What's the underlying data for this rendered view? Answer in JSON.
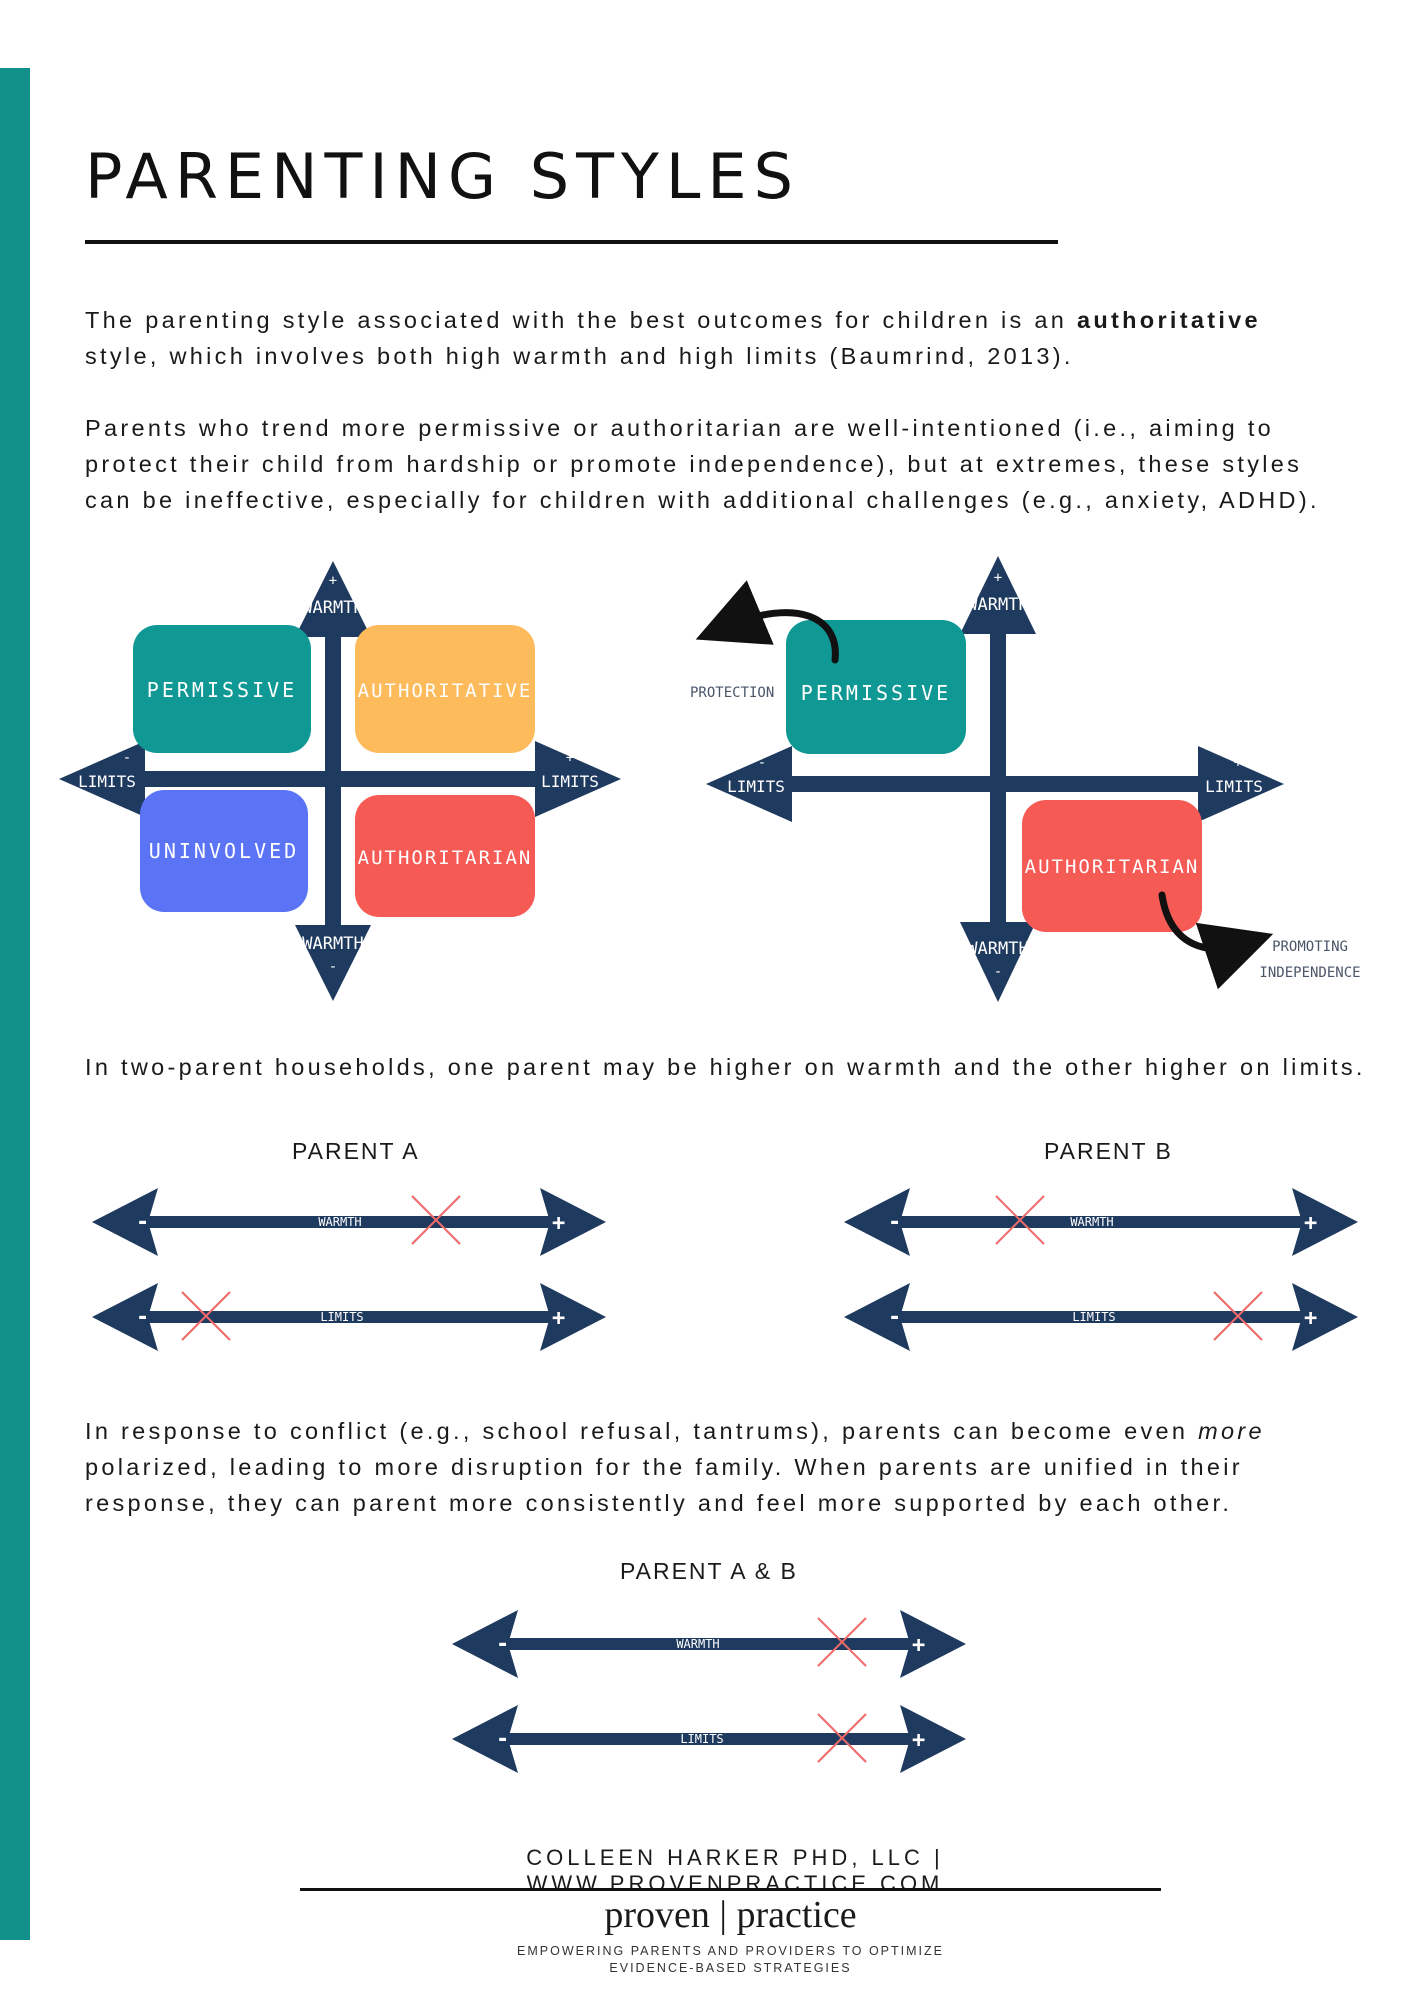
{
  "page": {
    "title": "PARENTING STYLES",
    "accent_color": "#12918a"
  },
  "intro": {
    "p1_before": "The parenting style associated with the best outcomes for children is an ",
    "p1_bold": "authoritative",
    "p1_line2": "style, which involves both high warmth and high limits (Baumrind, 2013).",
    "p2_line1": "Parents who trend more permissive or authoritarian are well-intentioned (i.e., aiming to",
    "p2_line2": "protect their child from hardship or promote independence), but at extremes, these styles",
    "p2_line3": "can be ineffective, especially for children with additional challenges (e.g., anxiety, ADHD)."
  },
  "quadrant_chart": {
    "axis_v_label": "WARMTH",
    "axis_h_label": "LIMITS",
    "plus": "+",
    "minus": "-",
    "permissive": "PERMISSIVE",
    "authoritative": "AUTHORITATIVE",
    "uninvolved": "UNINVOLVED",
    "authoritarian": "AUTHORITARIAN",
    "colors": {
      "axis": "#1f3a5f",
      "permissive": "#0f9894",
      "authoritative": "#fdbb5c",
      "uninvolved": "#5b74f5",
      "authoritarian": "#f65a55"
    }
  },
  "extremes_chart": {
    "protection_label": "PROTECTION",
    "promoting_line1": "PROMOTING",
    "promoting_line2": "INDEPENDENCE"
  },
  "two_parent": {
    "text": "In two-parent households, one parent may be higher on warmth and the other higher on limits.",
    "parent_a_label": "PARENT A",
    "parent_b_label": "PARENT B",
    "warmth": "WARMTH",
    "limits": "LIMITS",
    "mark_color": "#f06a6a"
  },
  "conflict": {
    "line1_before": "In response to conflict (e.g., school refusal, tantrums), parents can become even ",
    "line1_italic": "more",
    "line2": "polarized, leading to more disruption for the family. When parents are unified in their",
    "line3": "response, they can parent more consistently and feel more supported by each other."
  },
  "unified": {
    "label": "PARENT  A & B"
  },
  "footer": {
    "credit": "COLLEEN HARKER PHD, LLC | WWW.PROVENPRACTICE.COM",
    "logo": "proven | practice",
    "tagline_line1": "EMPOWERING PARENTS AND PROVIDERS TO OPTIMIZE",
    "tagline_line2": "EVIDENCE-BASED STRATEGIES"
  }
}
